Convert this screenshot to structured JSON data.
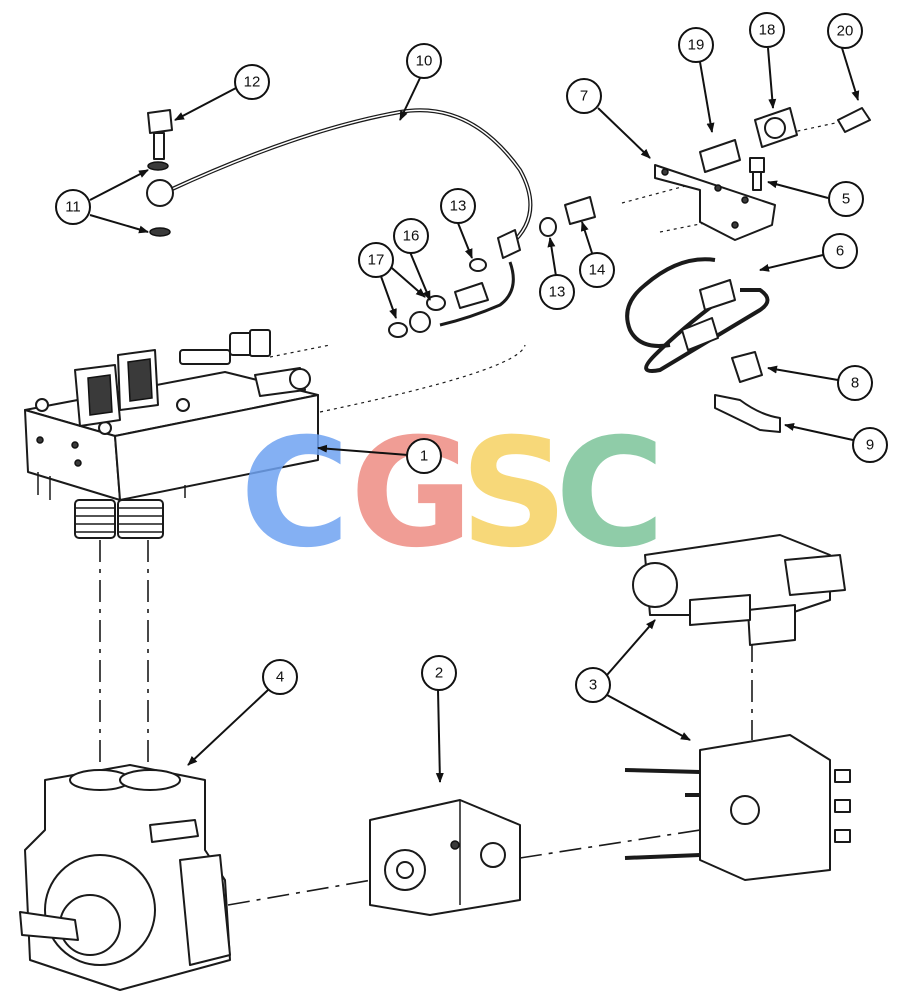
{
  "callouts": {
    "c1": "1",
    "c2": "2",
    "c3": "3",
    "c4": "4",
    "c5": "5",
    "c6": "6",
    "c7": "7",
    "c8": "8",
    "c9": "9",
    "c10": "10",
    "c11": "11",
    "c12": "12",
    "c13a": "13",
    "c13b": "13",
    "c14": "14",
    "c16": "16",
    "c17": "17",
    "c18": "18",
    "c19": "19",
    "c20": "20"
  },
  "watermark": {
    "letters": [
      "C",
      "G",
      "S",
      "C"
    ],
    "colors": [
      "#6fa3f2",
      "#ee8c83",
      "#f6d262",
      "#7cc49a"
    ]
  }
}
